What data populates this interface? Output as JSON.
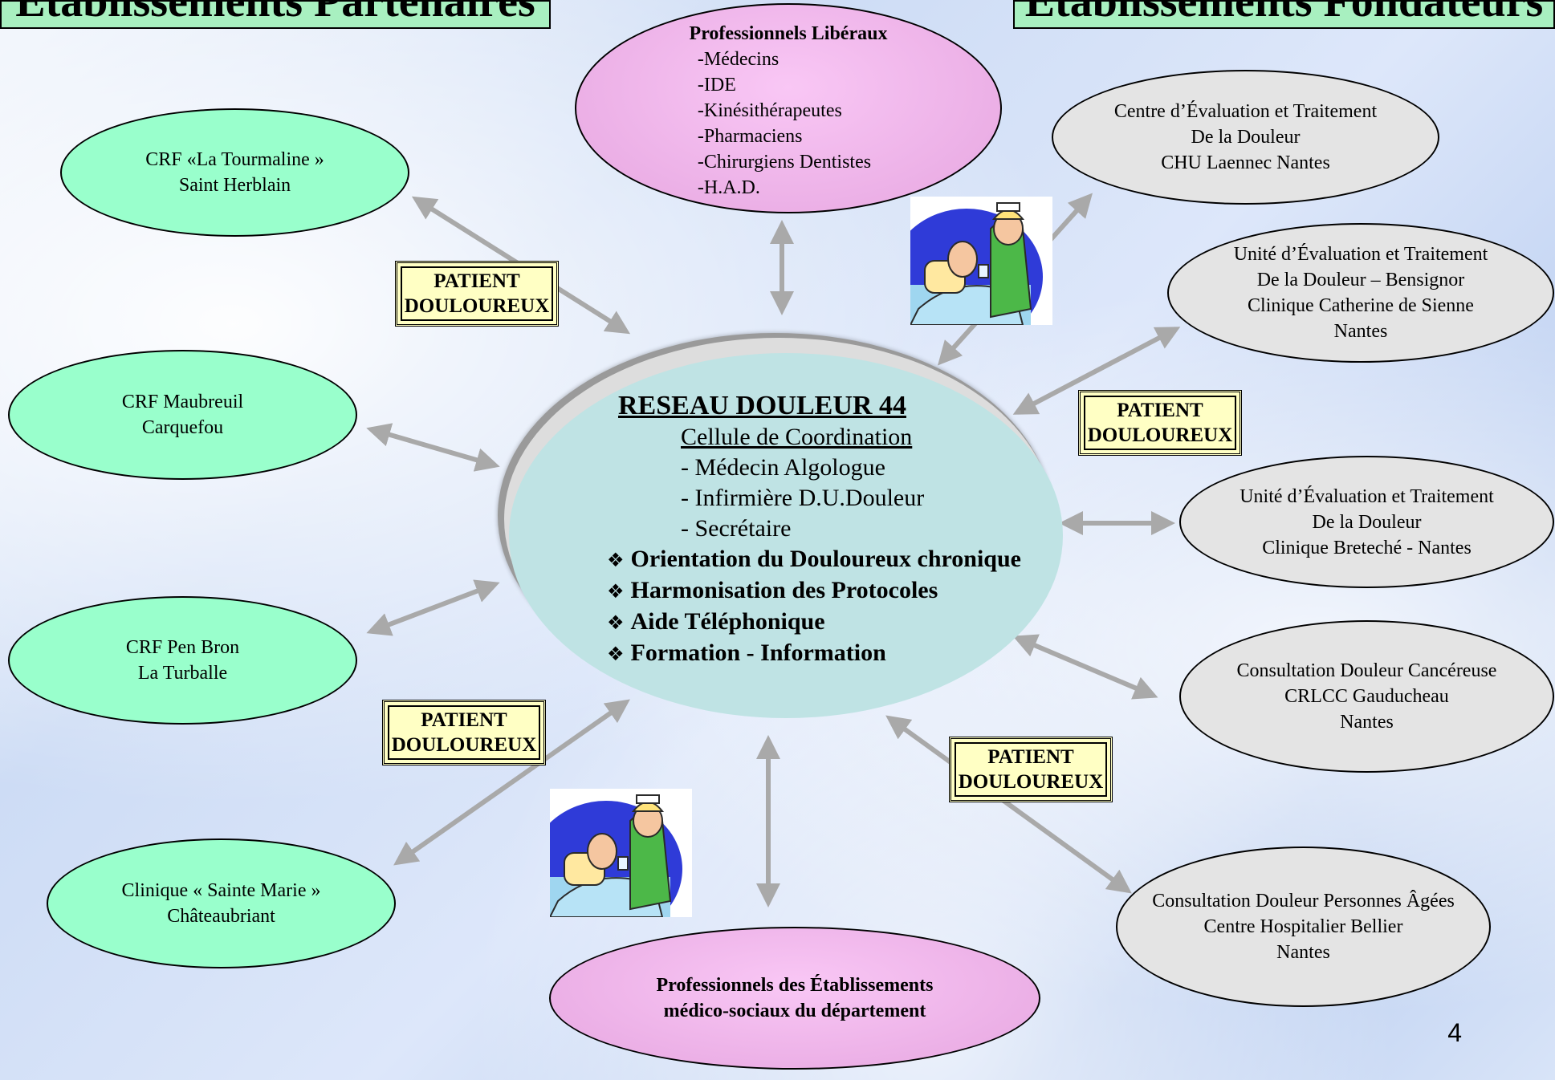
{
  "titles": {
    "left": "Etablissements Partenaires",
    "right": "Etablissements Fondateurs"
  },
  "center": {
    "title": "RESEAU DOULEUR 44",
    "subtitle": "Cellule de Coordination",
    "members": [
      "- Médecin Algologue",
      "- Infirmière D.U.Douleur",
      "- Secrétaire"
    ],
    "missions": [
      "Orientation du Douloureux chronique",
      "Harmonisation des Protocoles",
      "Aide Téléphonique",
      "Formation - Information"
    ]
  },
  "liberaux": {
    "title": "Professionnels Libéraux",
    "items": [
      "-Médecins",
      "-IDE",
      "-Kinésithérapeutes",
      "-Pharmaciens",
      "-Chirurgiens Dentistes",
      "-H.A.D."
    ]
  },
  "medico": {
    "line1": "Professionnels des Établissements",
    "line2": "médico-sociaux du département"
  },
  "partners": [
    {
      "line1": "CRF «La Tourmaline »",
      "line2": "Saint Herblain"
    },
    {
      "line1": "CRF Maubreuil",
      "line2": "Carquefou"
    },
    {
      "line1": "CRF Pen Bron",
      "line2": "La Turballe"
    },
    {
      "line1": "Clinique « Sainte Marie »",
      "line2": "Châteaubriant"
    }
  ],
  "founders": [
    {
      "lines": [
        "Centre d’Évaluation et Traitement",
        "De la Douleur",
        "CHU Laennec Nantes"
      ]
    },
    {
      "lines": [
        "Unité d’Évaluation et Traitement",
        "De la Douleur – Bensignor",
        "Clinique Catherine de Sienne",
        "Nantes"
      ]
    },
    {
      "lines": [
        "Unité d’Évaluation et Traitement",
        "De la Douleur",
        "Clinique Breteché - Nantes"
      ]
    },
    {
      "lines": [
        "Consultation Douleur Cancéreuse",
        "CRLCC Gauducheau",
        "Nantes"
      ]
    },
    {
      "lines": [
        "Consultation Douleur Personnes Âgées",
        "Centre Hospitalier Bellier",
        "Nantes"
      ]
    }
  ],
  "patient_label": {
    "line1": "PATIENT",
    "line2": "DOULOUREUX"
  },
  "page_number": "4",
  "colors": {
    "partner_fill": "#99ffcc",
    "founder_fill": "#e4e4e4",
    "pink_fill": "#e6a6e0",
    "center_fill": "#bfe3e4",
    "patient_fill": "#ffffc4",
    "arrow": "#a9a9a9"
  },
  "icons": {
    "clipart": "nurse-patient-clipart-icon",
    "bullet": "diamond-bullet-icon"
  }
}
